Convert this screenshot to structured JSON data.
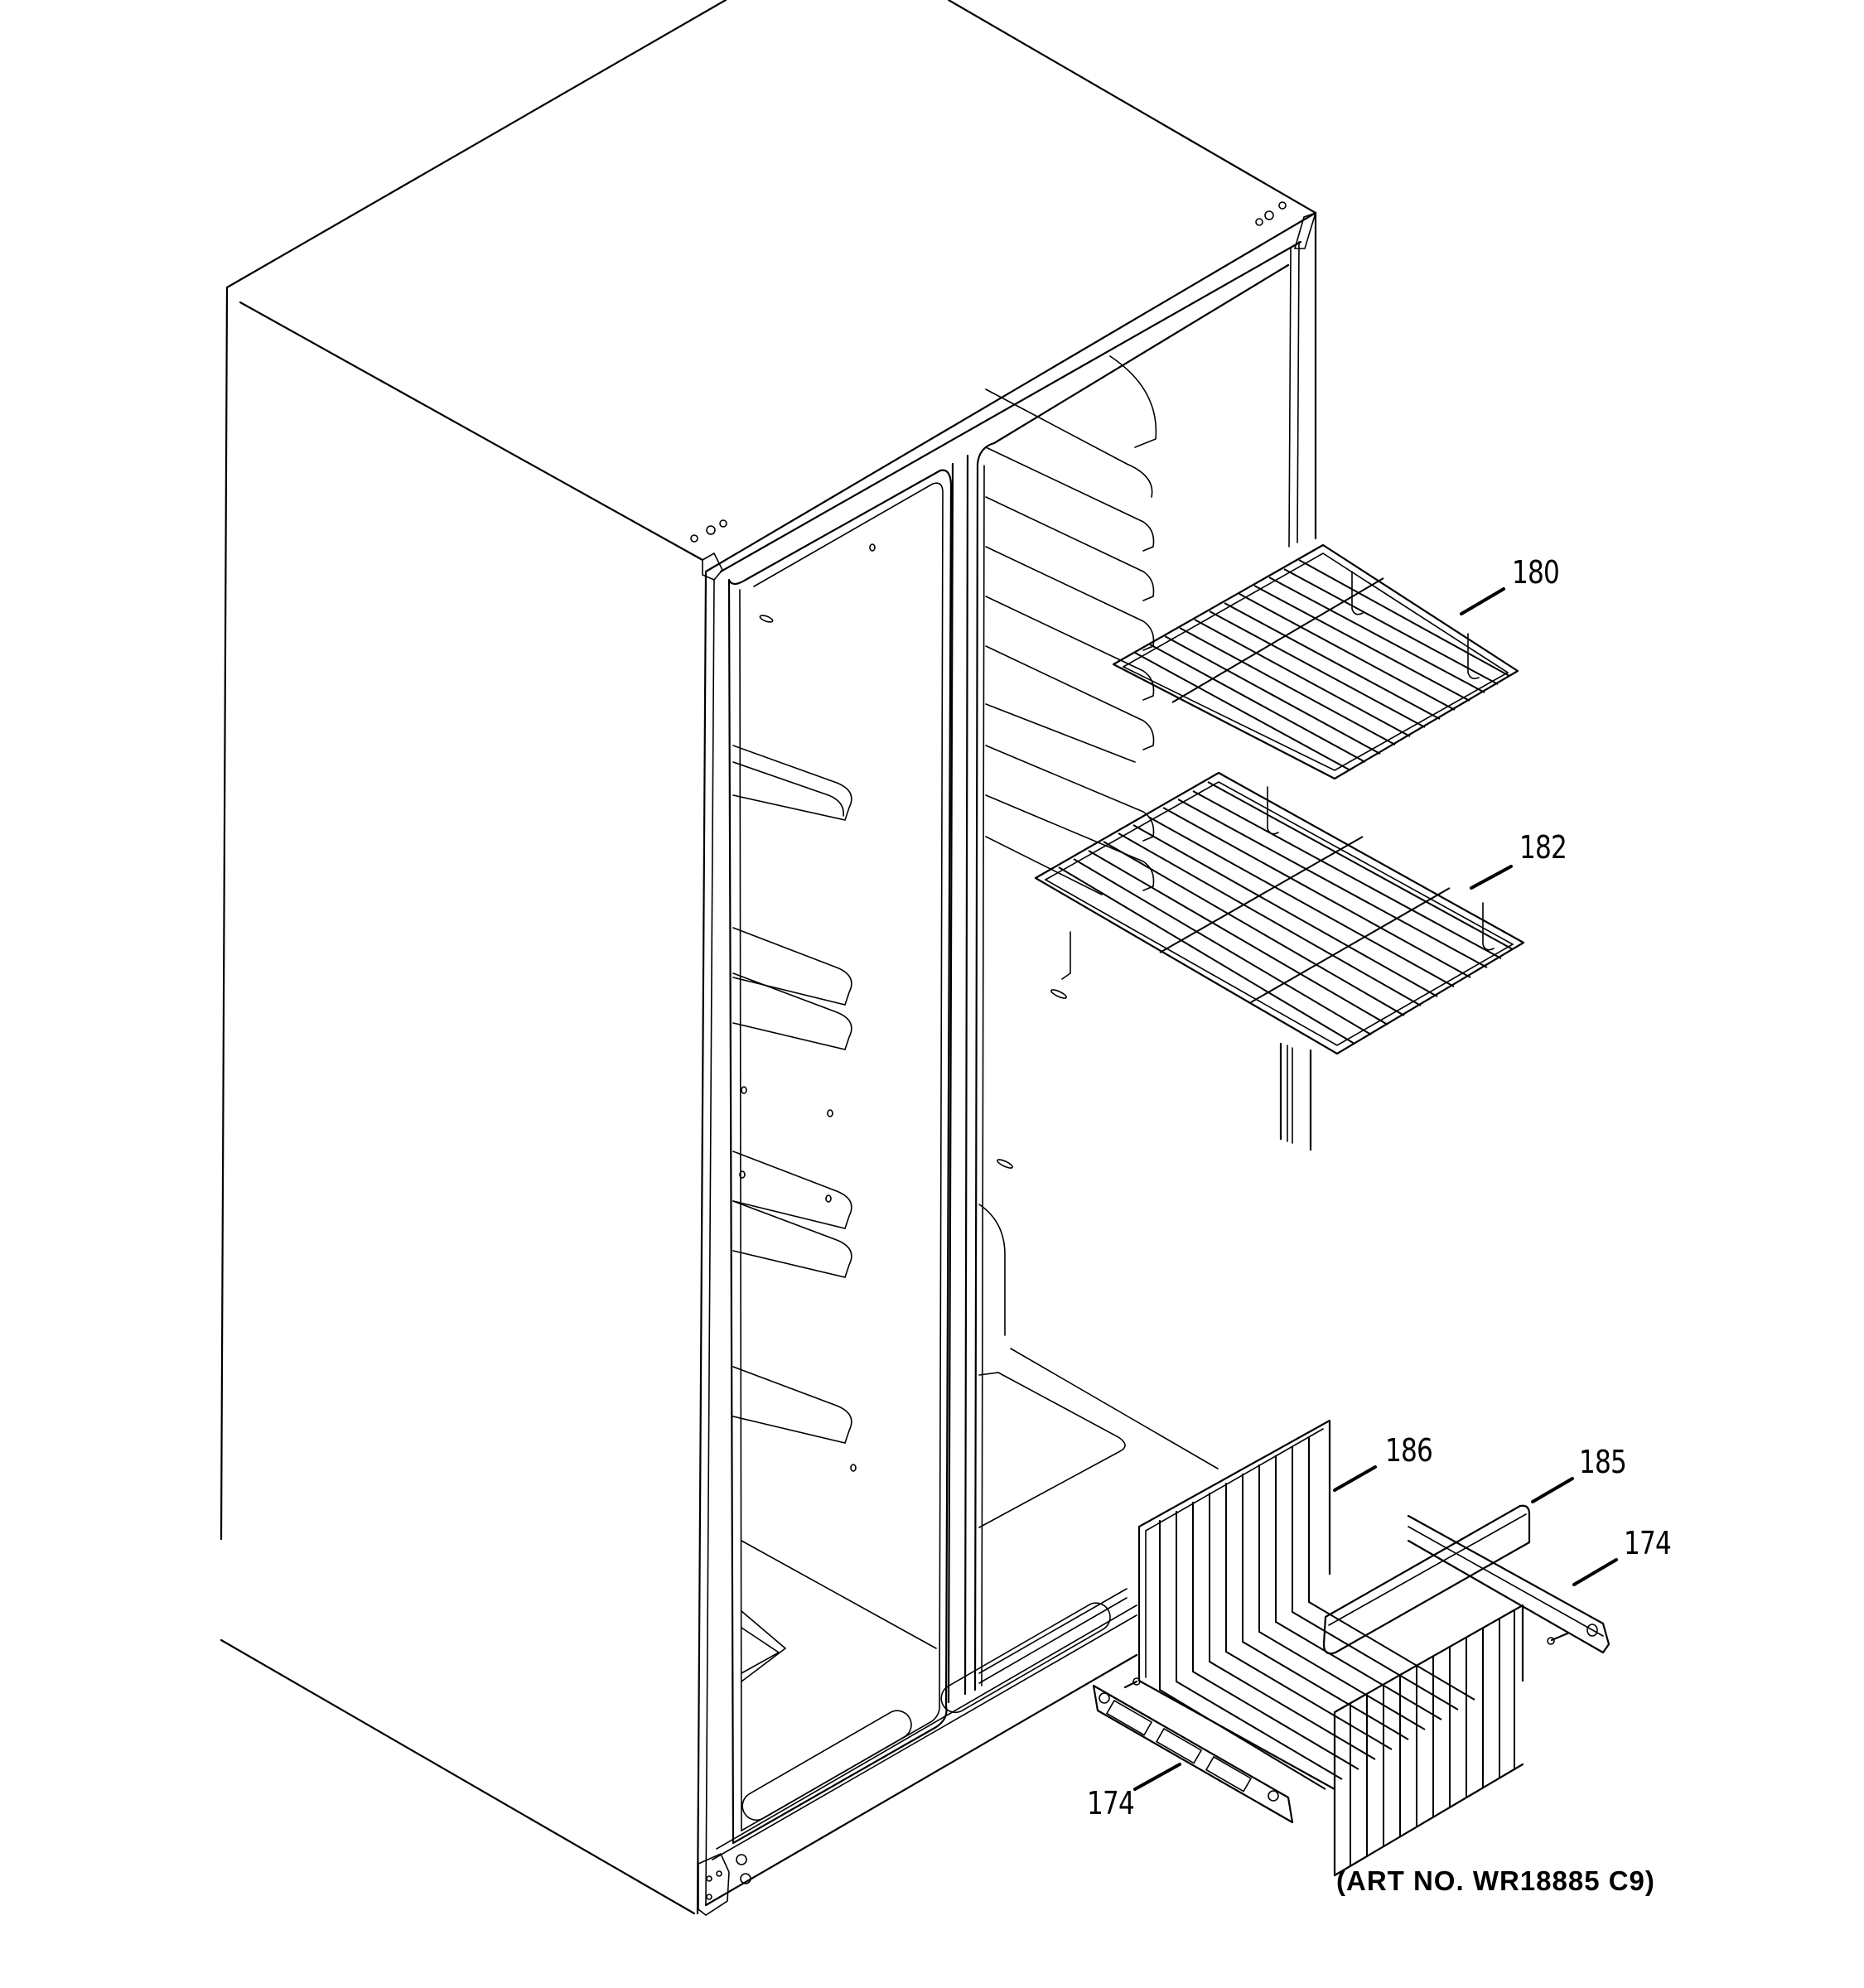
{
  "diagram": {
    "subject": "Side-by-side refrigerator cabinet, freezer shelves and basket (exploded parts view)",
    "art_number": "(ART NO. WR18885 C9)",
    "callouts": [
      {
        "id": "180",
        "label": "180",
        "part": "Freezer wire shelf (upper)"
      },
      {
        "id": "182",
        "label": "182",
        "part": "Freezer wire shelf (lower)"
      },
      {
        "id": "186",
        "label": "186",
        "part": "Freezer wire basket"
      },
      {
        "id": "185",
        "label": "185",
        "part": "Basket front handle"
      },
      {
        "id": "174a",
        "label": "174",
        "part": "Basket slide rail (right)"
      },
      {
        "id": "174b",
        "label": "174",
        "part": "Basket slide rail (left)"
      }
    ]
  }
}
